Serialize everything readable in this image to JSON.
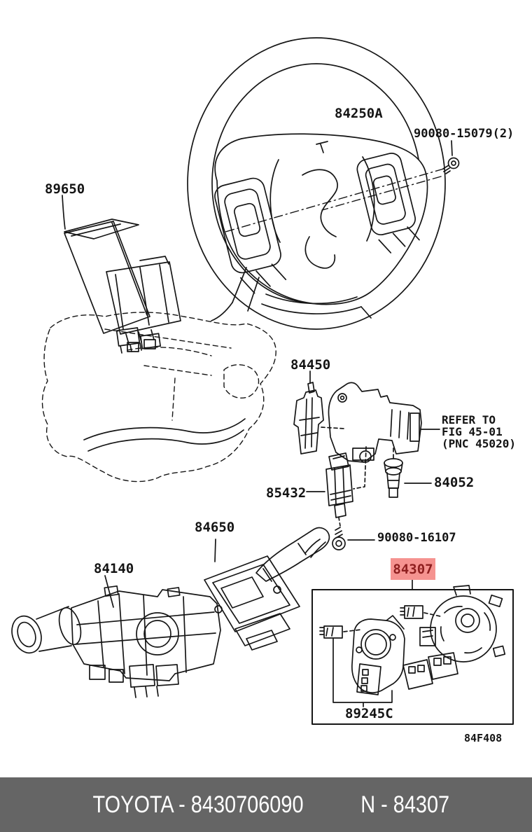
{
  "diagram": {
    "title_parts": {
      "steering_pad_switch": "84250A",
      "screw_top": "90080-15079(2)",
      "ecu_box": "89650",
      "key_interlock": "84450",
      "stop_switch": "85432",
      "bolt": "84052",
      "screw_mid": "90080-16107",
      "wiper_switch": "84650",
      "headlamp_dimmer_switch": "84140",
      "highlighted_part": "84307",
      "angle_sensor": "89245C"
    },
    "refer_note": {
      "line1": "REFER TO",
      "line2": "FIG 45-01",
      "line3": "(PNC 45020)"
    },
    "figure_code": "84F408",
    "colors": {
      "line": "#161616",
      "highlight_bg": "#f59390",
      "highlight_fg": "#8e1f1f"
    }
  },
  "footer": {
    "brand_part": "TOYOTA - 8430706090",
    "catalog_part": "N - 84307",
    "bg": "#656565",
    "fg": "#ffffff"
  }
}
